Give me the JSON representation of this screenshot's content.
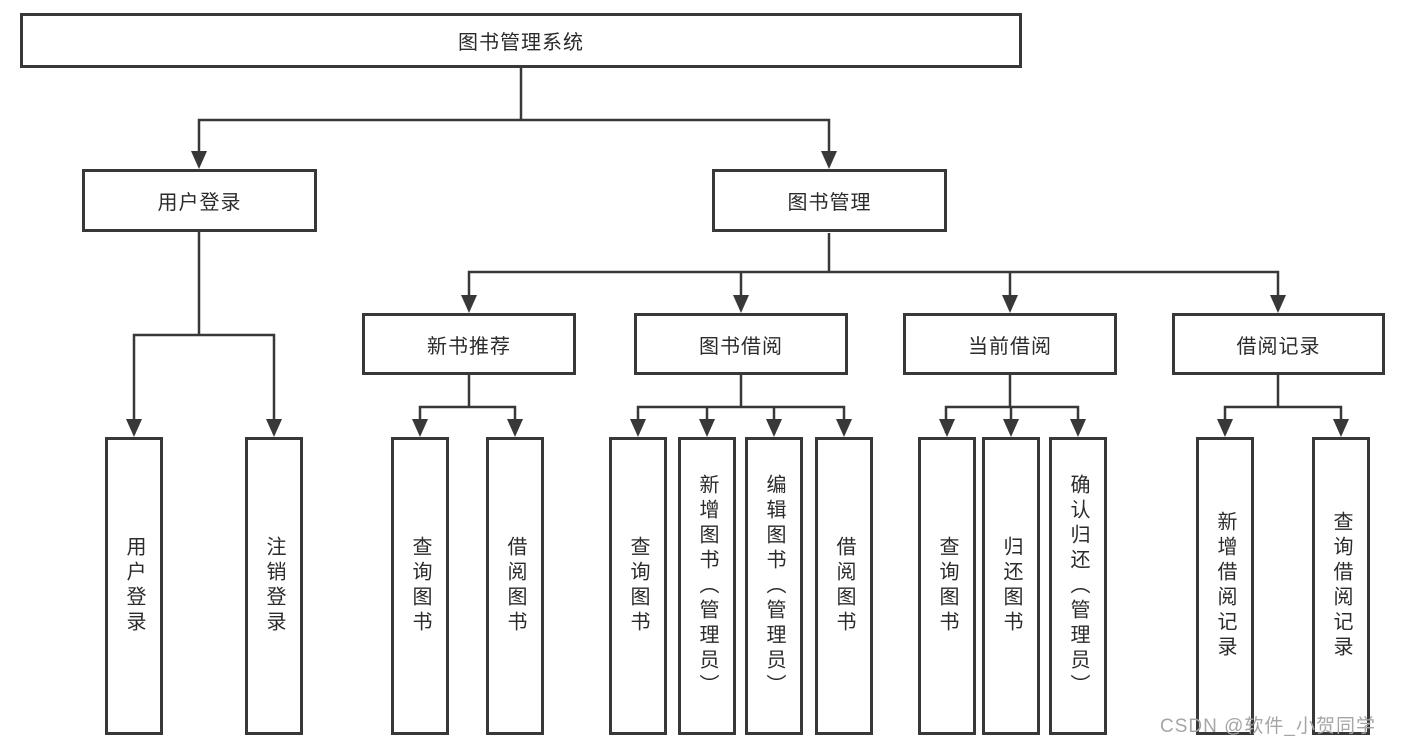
{
  "tree": {
    "root": {
      "label": "图书管理系统"
    },
    "user_login": {
      "label": "用户登录",
      "children": [
        "用户登录",
        "注销登录"
      ]
    },
    "book_management": {
      "label": "图书管理",
      "sections": [
        {
          "label": "新书推荐",
          "children": [
            "查询图书",
            "借阅图书"
          ]
        },
        {
          "label": "图书借阅",
          "children": [
            "查询图书",
            "新增图书（管理员）",
            "编辑图书（管理员）",
            "借阅图书"
          ]
        },
        {
          "label": "当前借阅",
          "children": [
            "查询图书",
            "归还图书",
            "确认归还（管理员）"
          ]
        },
        {
          "label": "借阅记录",
          "children": [
            "新增借阅记录",
            "查询借阅记录"
          ]
        }
      ]
    }
  },
  "watermark": {
    "text": "CSDN @软件_小贺同学"
  },
  "colors": {
    "line": "#383838",
    "text": "#2b2b2b",
    "watermark": "#a6a6a6",
    "background": "#ffffff"
  }
}
